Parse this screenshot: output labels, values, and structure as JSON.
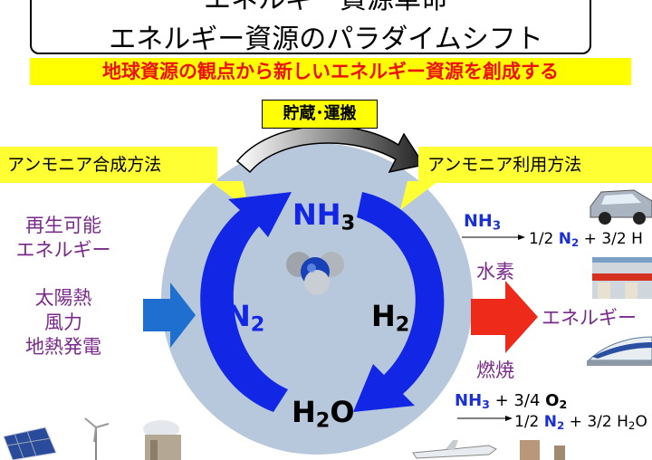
{
  "title": {
    "line1": "エネルギー資源革命",
    "line2": "エネルギー資源のパラダイムシフト"
  },
  "subtitle": "地球資源の観点から新しいエネルギー資源を創成する",
  "storage_label": "貯蔵･運搬",
  "callouts": {
    "synthesis": "アンモニア合成方法",
    "usage": "アンモニア利用方法"
  },
  "left": {
    "renewable": [
      "再生可能",
      "エネルギー"
    ],
    "sources": [
      "太陽熱",
      "風力",
      "地熱発電"
    ]
  },
  "cycle": {
    "nh3": {
      "main": "NH",
      "sub": "3"
    },
    "n2": {
      "main": "N",
      "sub": "2"
    },
    "h2": {
      "main": "H",
      "sub": "2"
    },
    "h2o": {
      "main": "H",
      "sub": "2",
      "tail": "O"
    }
  },
  "right": {
    "eq1_lhs": {
      "main": "NH",
      "sub": "3"
    },
    "eq1_rhs": {
      "a": "1/2 ",
      "b": "N",
      "b_sub": "2",
      "c": " + 3/2 H"
    },
    "hydrogen_label": "水素",
    "energy_label": "エネルギー",
    "combustion_label": "燃焼",
    "eq2_lhs": {
      "a": "NH",
      "a_sub": "3",
      "b": " + 3/4 ",
      "c": "O",
      "c_sub": "2"
    },
    "eq2_rhs": {
      "a": "1/2 ",
      "b": "N",
      "b_sub": "2",
      "c": " + 3/2 H",
      "c_sub": "2",
      "d": "O"
    }
  },
  "colors": {
    "cycle_arrow": "#1226e6",
    "input_arrow": "#1f6fd0",
    "output_arrow": "#ee2a1a",
    "circle": "#b8c8dc",
    "callout": "#ffff33",
    "purple_text": "#7a2a8a"
  }
}
